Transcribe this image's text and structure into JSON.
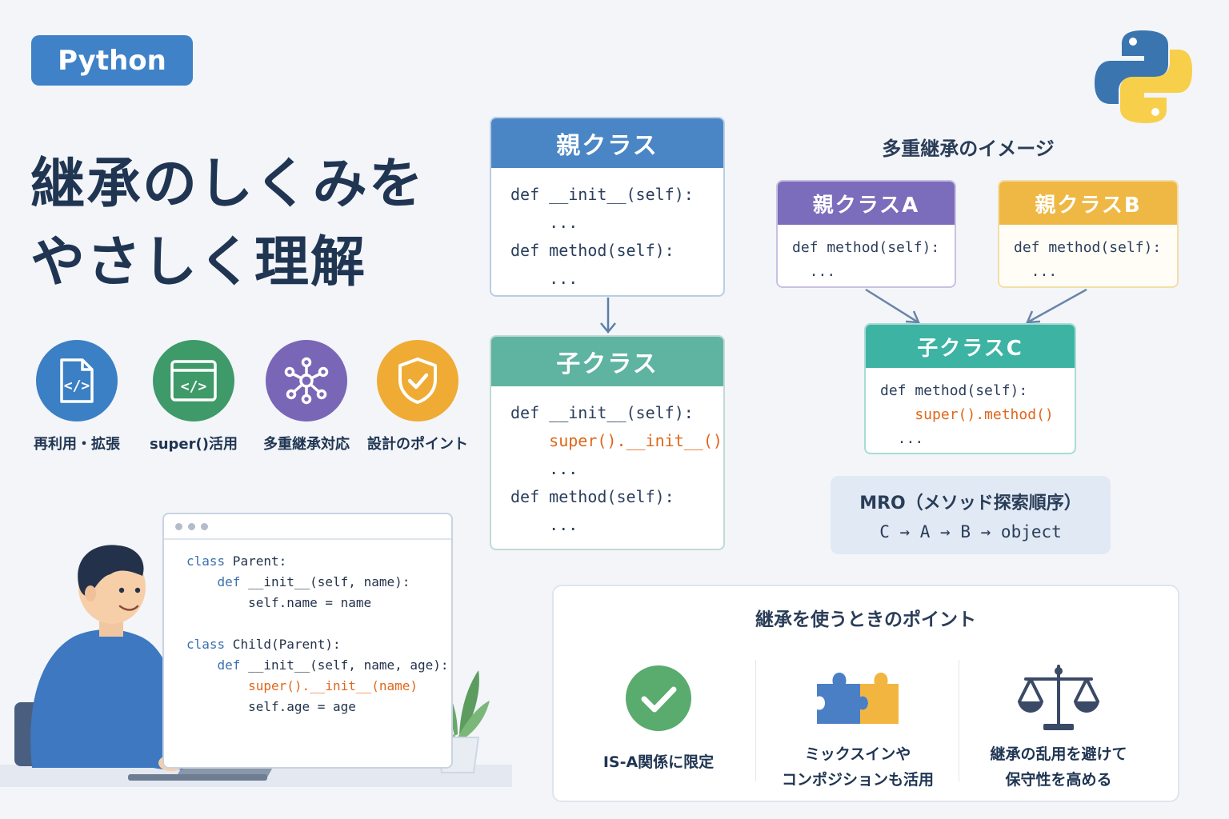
{
  "badge": "Python",
  "title_lines": [
    "継承のしくみを",
    "やさしく理解"
  ],
  "features": [
    {
      "label": "再利用・拡張",
      "icon": "code-file-icon",
      "color": "#3b7fc4"
    },
    {
      "label": "super()活用",
      "icon": "code-window-icon",
      "color": "#3e9a68"
    },
    {
      "label": "多重継承対応",
      "icon": "network-icon",
      "color": "#7a66b6"
    },
    {
      "label": "設計のポイント",
      "icon": "shield-check-icon",
      "color": "#efab33"
    }
  ],
  "parent_class": {
    "title": "親クラス",
    "color": "#4a86c6",
    "lines": [
      "def __init__(self):",
      "    ...",
      "def method(self):",
      "    ..."
    ]
  },
  "child_class": {
    "title": "子クラス",
    "color": "#5fb3a1",
    "lines": [
      "def __init__(self):",
      "    super().__init__()",
      "    ...",
      "def method(self):",
      "    ..."
    ]
  },
  "multiple_inheritance": {
    "title": "多重継承のイメージ",
    "parent_a": {
      "title": "親クラスA",
      "color": "#7b6cbc",
      "lines": [
        "def method(self):",
        "  ..."
      ]
    },
    "parent_b": {
      "title": "親クラスB",
      "color": "#efb844",
      "lines": [
        "def method(self):",
        "  ..."
      ]
    },
    "child_c": {
      "title": "子クラスC",
      "color": "#3db3a3",
      "lines": [
        "def method(self):",
        "    super().method()",
        "  ..."
      ]
    }
  },
  "mro": {
    "title": "MRO（メソッド探索順序）",
    "order": "C → A → B → object"
  },
  "points": {
    "title": "継承を使うときのポイント",
    "items": [
      {
        "text": [
          "IS-A関係に限定"
        ],
        "icon": "check-icon"
      },
      {
        "text": [
          "ミックスインや",
          "コンポジションも活用"
        ],
        "icon": "puzzle-icon"
      },
      {
        "text": [
          "継承の乱用を避けて",
          "保守性を高める"
        ],
        "icon": "scale-icon"
      }
    ]
  },
  "code_window": {
    "lines": [
      {
        "kw": "class",
        "rest": " Parent:"
      },
      {
        "kw": "    def",
        "rest": " __init__(self, name):"
      },
      {
        "kw": "",
        "rest": "        self.name = name"
      },
      {
        "kw": "",
        "rest": ""
      },
      {
        "kw": "class",
        "rest": " Child(Parent):"
      },
      {
        "kw": "    def",
        "rest": " __init__(self, name, age):"
      },
      {
        "kw": "",
        "rest": "        super().__init__(name)"
      },
      {
        "kw": "",
        "rest": "        self.age = age"
      }
    ]
  }
}
